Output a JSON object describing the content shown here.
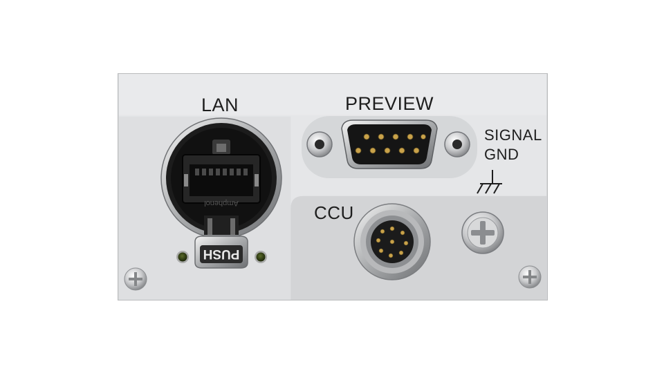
{
  "ports": {
    "lan": {
      "label": "LAN",
      "latch_text": "PUSH",
      "brand_text": "Amphenol"
    },
    "preview": {
      "label": "PREVIEW"
    },
    "signal_gnd": {
      "line1": "SIGNAL",
      "line2": "GND"
    },
    "ccu": {
      "label": "CCU"
    }
  },
  "colors": {
    "panel": "#d5d6d8",
    "panel_light": "#e6e7e9",
    "text": "#1e1e1e",
    "led": "#2b3a12"
  }
}
